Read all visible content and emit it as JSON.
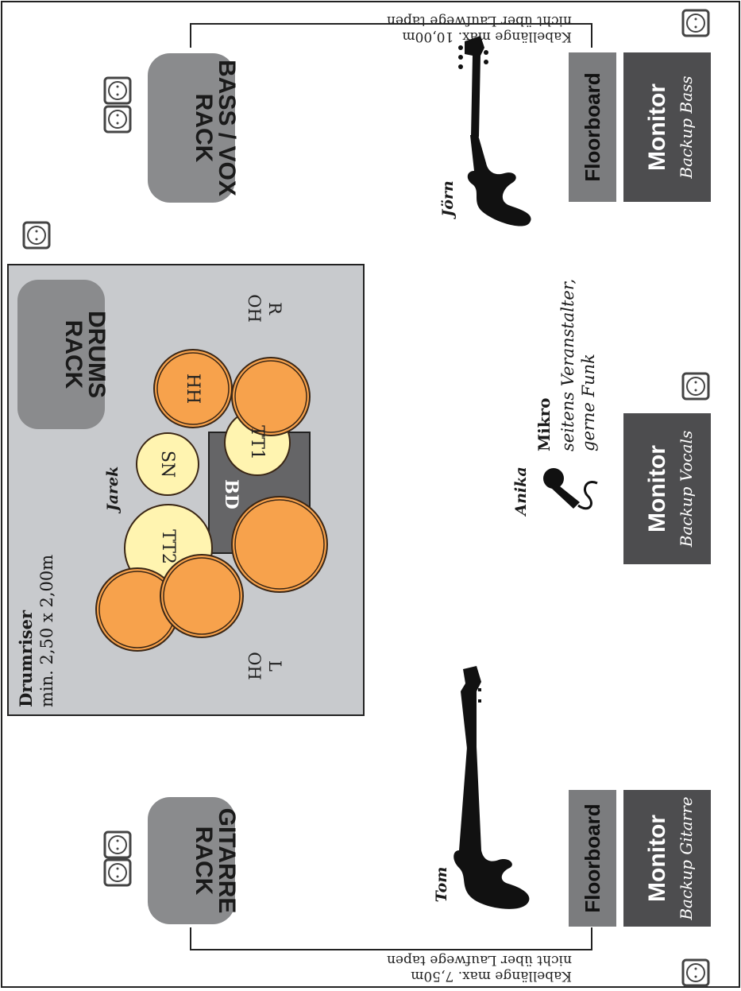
{
  "cable_left": {
    "line1": "Kabellänge max. 7,50m",
    "line2": "nicht über Laufwege tapen"
  },
  "cable_right": {
    "line1": "Kabellänge max. 10,00m",
    "line2": "nicht über Laufwege tapen"
  },
  "racks": {
    "gitarre": {
      "line1": "RACK",
      "line2": "GITARRE"
    },
    "bass": {
      "line1": "RACK",
      "line2": "BASS / VOX"
    },
    "drums": {
      "line1": "RACK",
      "line2": "DRUMS"
    }
  },
  "drumriser": {
    "title": "Drumriser",
    "size": "min. 2,50 x 2,00m"
  },
  "drums": {
    "oh_l": {
      "line1": "OH",
      "line2": "L"
    },
    "oh_r": {
      "line1": "OH",
      "line2": "R"
    },
    "tt2": "TT2",
    "sn": "SN",
    "bd": "BD",
    "tt1": "TT1",
    "hh": "HH"
  },
  "musicians": {
    "tom": "Tom",
    "jarek": "Jarek",
    "anika": "Anika",
    "joern": "Jörn"
  },
  "mic": {
    "title": "Mikro",
    "line1": "seitens Veranstalter,",
    "line2": "gerne Funk"
  },
  "floorboard": "Floorboard",
  "monitors": {
    "gitarre": {
      "title": "Monitor",
      "sub": "Backup Gitarre"
    },
    "vocals": {
      "title": "Monitor",
      "sub": "Backup Vocals"
    },
    "bass": {
      "title": "Monitor",
      "sub": "Backup Bass"
    }
  },
  "colors": {
    "rack": "#8a8b8d",
    "riser": "#c8cacd",
    "monitor": "#4d4d4f",
    "floorboard": "#7b7c7e",
    "cymbal": "#f7a24c",
    "drum_light": "#fff4b0",
    "bass_drum_box": "#656567"
  }
}
